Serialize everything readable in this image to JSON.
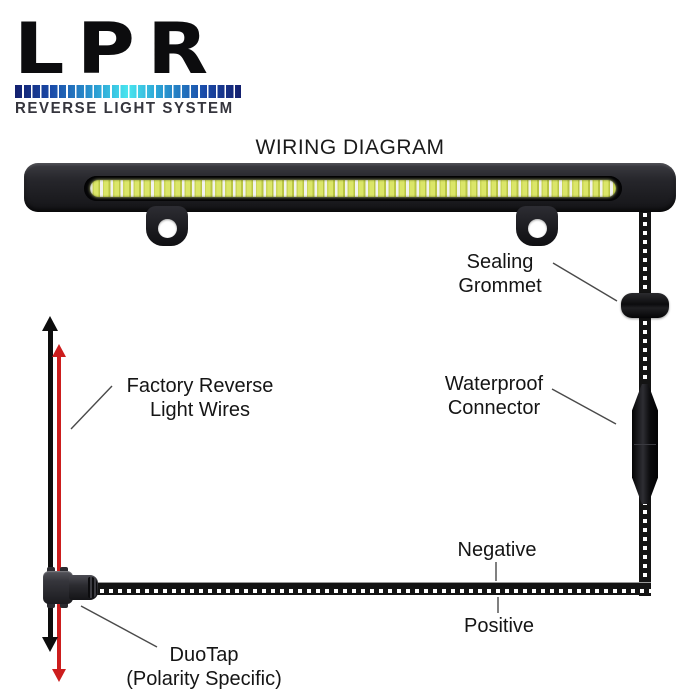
{
  "logo": {
    "brand": "LPR",
    "tagline": "REVERSE LIGHT SYSTEM",
    "pixel_bar_colors": [
      "#131f6e",
      "#1a4aa8",
      "#2b9fd4",
      "#49e6ef"
    ]
  },
  "title": "WIRING DIAGRAM",
  "labels": {
    "sealing_grommet": "Sealing Grommet",
    "waterproof_connector": "Waterproof Connector",
    "factory_wires": "Factory Reverse Light Wires",
    "negative": "Negative",
    "positive": "Positive",
    "duotap": "DuoTap",
    "duotap_note": "(Polarity Specific)"
  },
  "colors": {
    "wire_black": "#0d0d0d",
    "wire_red": "#cc1d1d",
    "led_yellow": "#cbd659",
    "housing_black": "#1a1a1e"
  }
}
